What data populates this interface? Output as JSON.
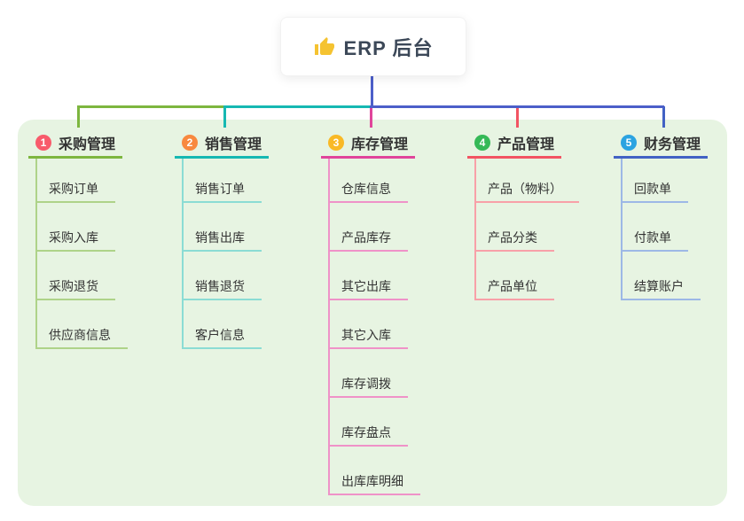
{
  "root": {
    "label": "ERP 后台",
    "icon": "thumbs-up-icon",
    "icon_color": "#f5c331"
  },
  "colors": {
    "page_bg": "#ffffff",
    "panel_bg": "#e7f4e2",
    "root_connector": "#4c5fc9",
    "root_text": "#3c4858",
    "node_text": "#333333"
  },
  "branches": [
    {
      "badge": "1",
      "label": "采购管理",
      "badge_color": "#f85b6b",
      "line_color": "#7db63f",
      "child_line_color": "#aed389",
      "children": [
        "采购订单",
        "采购入库",
        "采购退货",
        "供应商信息"
      ]
    },
    {
      "badge": "2",
      "label": "销售管理",
      "badge_color": "#f8893f",
      "line_color": "#16b8b2",
      "child_line_color": "#8bdcd4",
      "children": [
        "销售订单",
        "销售出库",
        "销售退货",
        "客户信息"
      ]
    },
    {
      "badge": "3",
      "label": "库存管理",
      "badge_color": "#f9b926",
      "line_color": "#e0459b",
      "child_line_color": "#ef92c8",
      "children": [
        "仓库信息",
        "产品库存",
        "其它出库",
        "其它入库",
        "库存调拨",
        "库存盘点",
        "出库库明细"
      ]
    },
    {
      "badge": "4",
      "label": "产品管理",
      "badge_color": "#35b957",
      "line_color": "#f25463",
      "child_line_color": "#f8a0a8",
      "children": [
        "产品（物料）",
        "产品分类",
        "产品单位"
      ]
    },
    {
      "badge": "5",
      "label": "财务管理",
      "badge_color": "#2ba3e1",
      "line_color": "#4262c4",
      "child_line_color": "#9db8e6",
      "children": [
        "回款单",
        "付款单",
        "结算账户"
      ]
    }
  ]
}
